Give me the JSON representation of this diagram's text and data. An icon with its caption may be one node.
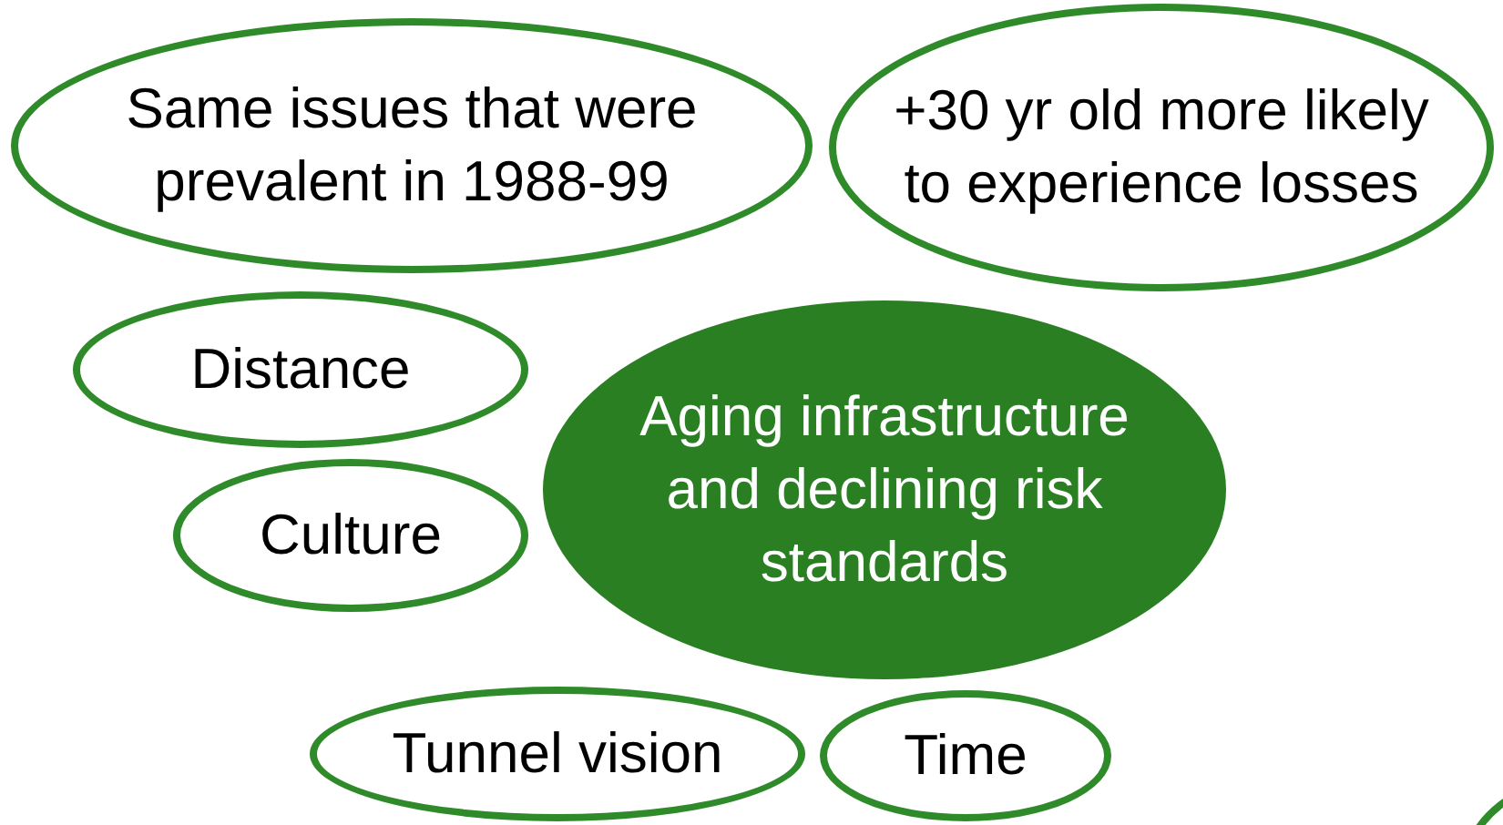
{
  "diagram": {
    "nodes": [
      {
        "text": [
          "Same issues that were prevalent in 1988-99"
        ]
      },
      {
        "text": [
          "+30 yr old more likely to experience losses"
        ]
      },
      {
        "text": [
          "Aging infrastructure and declining risk standards"
        ]
      },
      {
        "text": [
          "Distance"
        ]
      },
      {
        "text": [
          "Culture"
        ]
      },
      {
        "text": [
          "Tunnel vision"
        ]
      },
      {
        "text": [
          "Time"
        ]
      },
      {
        "text": [],
        "shape": "circle"
      }
    ]
  }
}
